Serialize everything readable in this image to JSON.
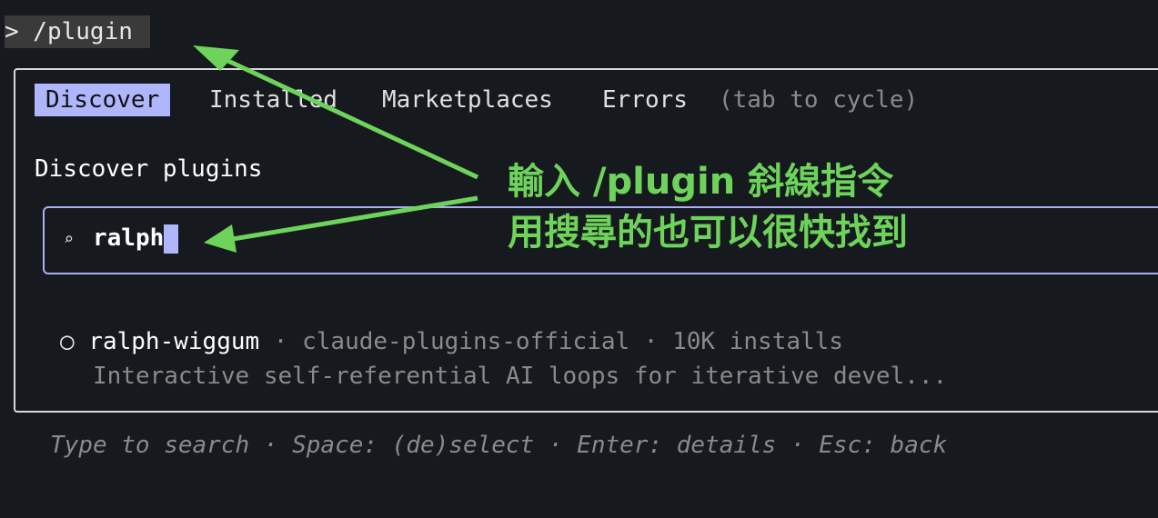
{
  "prompt": {
    "text": "> /plugin"
  },
  "tabs": [
    {
      "label": "Discover",
      "active": true
    },
    {
      "label": "Installed",
      "active": false
    },
    {
      "label": "Marketplaces",
      "active": false
    },
    {
      "label": "Errors",
      "active": false
    }
  ],
  "tab_hint": "(tab to cycle)",
  "section_title": "Discover plugins",
  "search": {
    "icon": "search-icon",
    "glyph": "⌕",
    "value": "ralph"
  },
  "results": [
    {
      "marker": "○",
      "name": "ralph-wiggum",
      "sep1": " · ",
      "source": "claude-plugins-official",
      "sep2": " · ",
      "installs": "10K installs",
      "description": "Interactive self-referential AI loops for iterative devel..."
    }
  ],
  "footer": "Type to search · Space: (de)select · Enter: details · Esc: back",
  "annotation": {
    "line1": "輸入 /plugin 斜線指令",
    "line2": "用搜尋的也可以很快找到",
    "color": "#6dd35a"
  }
}
